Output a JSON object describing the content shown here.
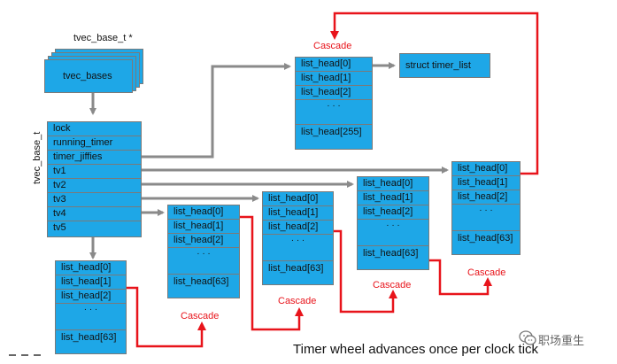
{
  "diagram": {
    "base_ptr_label": "tvec_base_t *",
    "bases_label": "tvec_bases",
    "struct_side_label": "tvec_base_t",
    "struct_fields": [
      "lock",
      "running_timer",
      "timer_jiffies",
      "tv1",
      "tv2",
      "tv3",
      "tv4",
      "tv5"
    ],
    "timer_list_label": "struct timer_list",
    "dots": "· · ·",
    "cascade_label": "Cascade",
    "tv1_lists": [
      "list_head[0]",
      "list_head[1]",
      "list_head[2]",
      "list_head[255]"
    ],
    "tv2_lists": [
      "list_head[0]",
      "list_head[1]",
      "list_head[2]",
      "list_head[63]"
    ],
    "tv3_lists": [
      "list_head[0]",
      "list_head[1]",
      "list_head[2]",
      "list_head[63]"
    ],
    "tv4_lists": [
      "list_head[0]",
      "list_head[1]",
      "list_head[2]",
      "list_head[63]"
    ],
    "tv5_lists": [
      "list_head[0]",
      "list_head[1]",
      "list_head[2]",
      "list_head[63]"
    ],
    "tv6_lists": [
      "list_head[0]",
      "list_head[1]",
      "list_head[2]",
      "list_head[63]"
    ],
    "caption": "Timer wheel advances once per clock tick",
    "watermark": "职场重生"
  },
  "colors": {
    "box_fill": "#1ea7e7",
    "border": "#7a7a7a",
    "arrow_gray": "#8a8a8a",
    "cascade_red": "#e8141b"
  }
}
